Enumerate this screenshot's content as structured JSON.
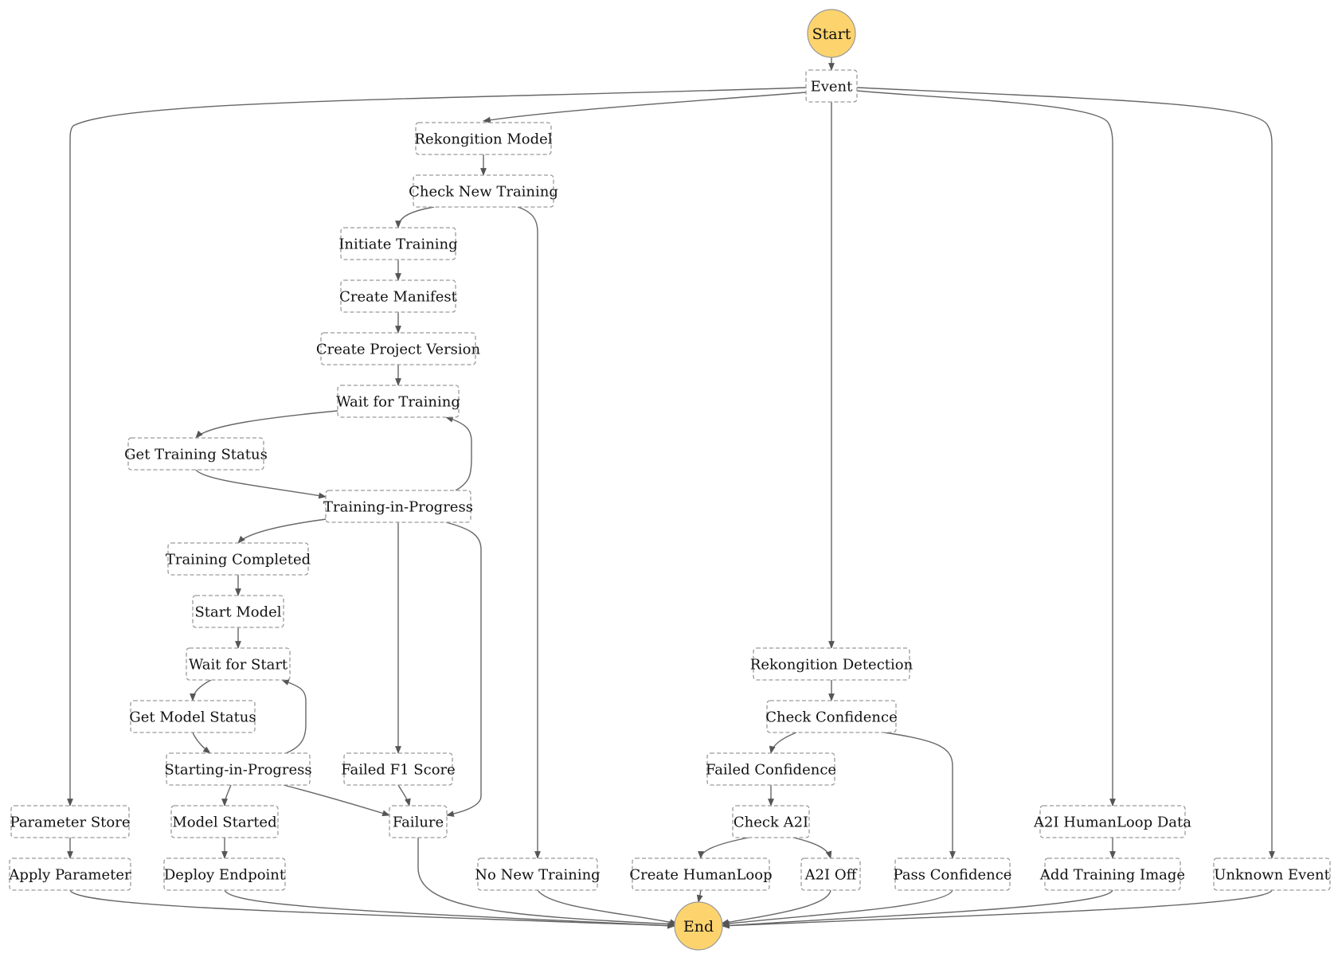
{
  "nodes": [
    {
      "id": "start",
      "label": "Start",
      "kind": "terminal"
    },
    {
      "id": "event",
      "label": "Event",
      "kind": "state"
    },
    {
      "id": "rekognition_model",
      "label": "Rekongition Model",
      "kind": "state"
    },
    {
      "id": "check_new_training",
      "label": "Check New Training",
      "kind": "state"
    },
    {
      "id": "initiate_training",
      "label": "Initiate Training",
      "kind": "state"
    },
    {
      "id": "create_manifest",
      "label": "Create Manifest",
      "kind": "state"
    },
    {
      "id": "create_project_version",
      "label": "Create Project Version",
      "kind": "state"
    },
    {
      "id": "wait_for_training",
      "label": "Wait for Training",
      "kind": "state"
    },
    {
      "id": "get_training_status",
      "label": "Get Training Status",
      "kind": "state"
    },
    {
      "id": "training_in_progress",
      "label": "Training-in-Progress",
      "kind": "state"
    },
    {
      "id": "training_completed",
      "label": "Training Completed",
      "kind": "state"
    },
    {
      "id": "start_model",
      "label": "Start Model",
      "kind": "state"
    },
    {
      "id": "wait_for_start",
      "label": "Wait for Start",
      "kind": "state"
    },
    {
      "id": "get_model_status",
      "label": "Get Model Status",
      "kind": "state"
    },
    {
      "id": "starting_in_progress",
      "label": "Starting-in-Progress",
      "kind": "state"
    },
    {
      "id": "failed_f1_score",
      "label": "Failed F1 Score",
      "kind": "state"
    },
    {
      "id": "parameter_store",
      "label": "Parameter Store",
      "kind": "state"
    },
    {
      "id": "model_started",
      "label": "Model Started",
      "kind": "state"
    },
    {
      "id": "failure",
      "label": "Failure",
      "kind": "state"
    },
    {
      "id": "apply_parameter",
      "label": "Apply Parameter",
      "kind": "state"
    },
    {
      "id": "deploy_endpoint",
      "label": "Deploy Endpoint",
      "kind": "state"
    },
    {
      "id": "no_new_training",
      "label": "No New Training",
      "kind": "state"
    },
    {
      "id": "rekognition_detection",
      "label": "Rekongition Detection",
      "kind": "state"
    },
    {
      "id": "check_confidence",
      "label": "Check Confidence",
      "kind": "state"
    },
    {
      "id": "failed_confidence",
      "label": "Failed Confidence",
      "kind": "state"
    },
    {
      "id": "check_a2i",
      "label": "Check A2I",
      "kind": "state"
    },
    {
      "id": "create_humanloop",
      "label": "Create HumanLoop",
      "kind": "state"
    },
    {
      "id": "a2i_off",
      "label": "A2I Off",
      "kind": "state"
    },
    {
      "id": "pass_confidence",
      "label": "Pass Confidence",
      "kind": "state"
    },
    {
      "id": "a2i_humanloop_data",
      "label": "A2I HumanLoop Data",
      "kind": "state"
    },
    {
      "id": "add_training_image",
      "label": "Add Training Image",
      "kind": "state"
    },
    {
      "id": "unknown_event",
      "label": "Unknown Event",
      "kind": "state"
    },
    {
      "id": "end",
      "label": "End",
      "kind": "terminal"
    }
  ],
  "edges": [
    [
      "start",
      "event"
    ],
    [
      "event",
      "parameter_store"
    ],
    [
      "event",
      "rekognition_model"
    ],
    [
      "event",
      "rekognition_detection"
    ],
    [
      "event",
      "a2i_humanloop_data"
    ],
    [
      "event",
      "unknown_event"
    ],
    [
      "rekognition_model",
      "check_new_training"
    ],
    [
      "check_new_training",
      "initiate_training"
    ],
    [
      "check_new_training",
      "no_new_training"
    ],
    [
      "initiate_training",
      "create_manifest"
    ],
    [
      "create_manifest",
      "create_project_version"
    ],
    [
      "create_project_version",
      "wait_for_training"
    ],
    [
      "wait_for_training",
      "get_training_status"
    ],
    [
      "get_training_status",
      "training_in_progress"
    ],
    [
      "training_in_progress",
      "wait_for_training"
    ],
    [
      "training_in_progress",
      "training_completed"
    ],
    [
      "training_in_progress",
      "failed_f1_score"
    ],
    [
      "training_in_progress",
      "failure"
    ],
    [
      "training_completed",
      "start_model"
    ],
    [
      "start_model",
      "wait_for_start"
    ],
    [
      "wait_for_start",
      "get_model_status"
    ],
    [
      "get_model_status",
      "starting_in_progress"
    ],
    [
      "starting_in_progress",
      "wait_for_start"
    ],
    [
      "starting_in_progress",
      "model_started"
    ],
    [
      "starting_in_progress",
      "failure"
    ],
    [
      "failed_f1_score",
      "failure"
    ],
    [
      "model_started",
      "deploy_endpoint"
    ],
    [
      "parameter_store",
      "apply_parameter"
    ],
    [
      "rekognition_detection",
      "check_confidence"
    ],
    [
      "check_confidence",
      "failed_confidence"
    ],
    [
      "check_confidence",
      "pass_confidence"
    ],
    [
      "failed_confidence",
      "check_a2i"
    ],
    [
      "check_a2i",
      "create_humanloop"
    ],
    [
      "check_a2i",
      "a2i_off"
    ],
    [
      "a2i_humanloop_data",
      "add_training_image"
    ],
    [
      "apply_parameter",
      "end"
    ],
    [
      "deploy_endpoint",
      "end"
    ],
    [
      "failure",
      "end"
    ],
    [
      "no_new_training",
      "end"
    ],
    [
      "create_humanloop",
      "end"
    ],
    [
      "a2i_off",
      "end"
    ],
    [
      "pass_confidence",
      "end"
    ],
    [
      "add_training_image",
      "end"
    ],
    [
      "unknown_event",
      "end"
    ]
  ]
}
